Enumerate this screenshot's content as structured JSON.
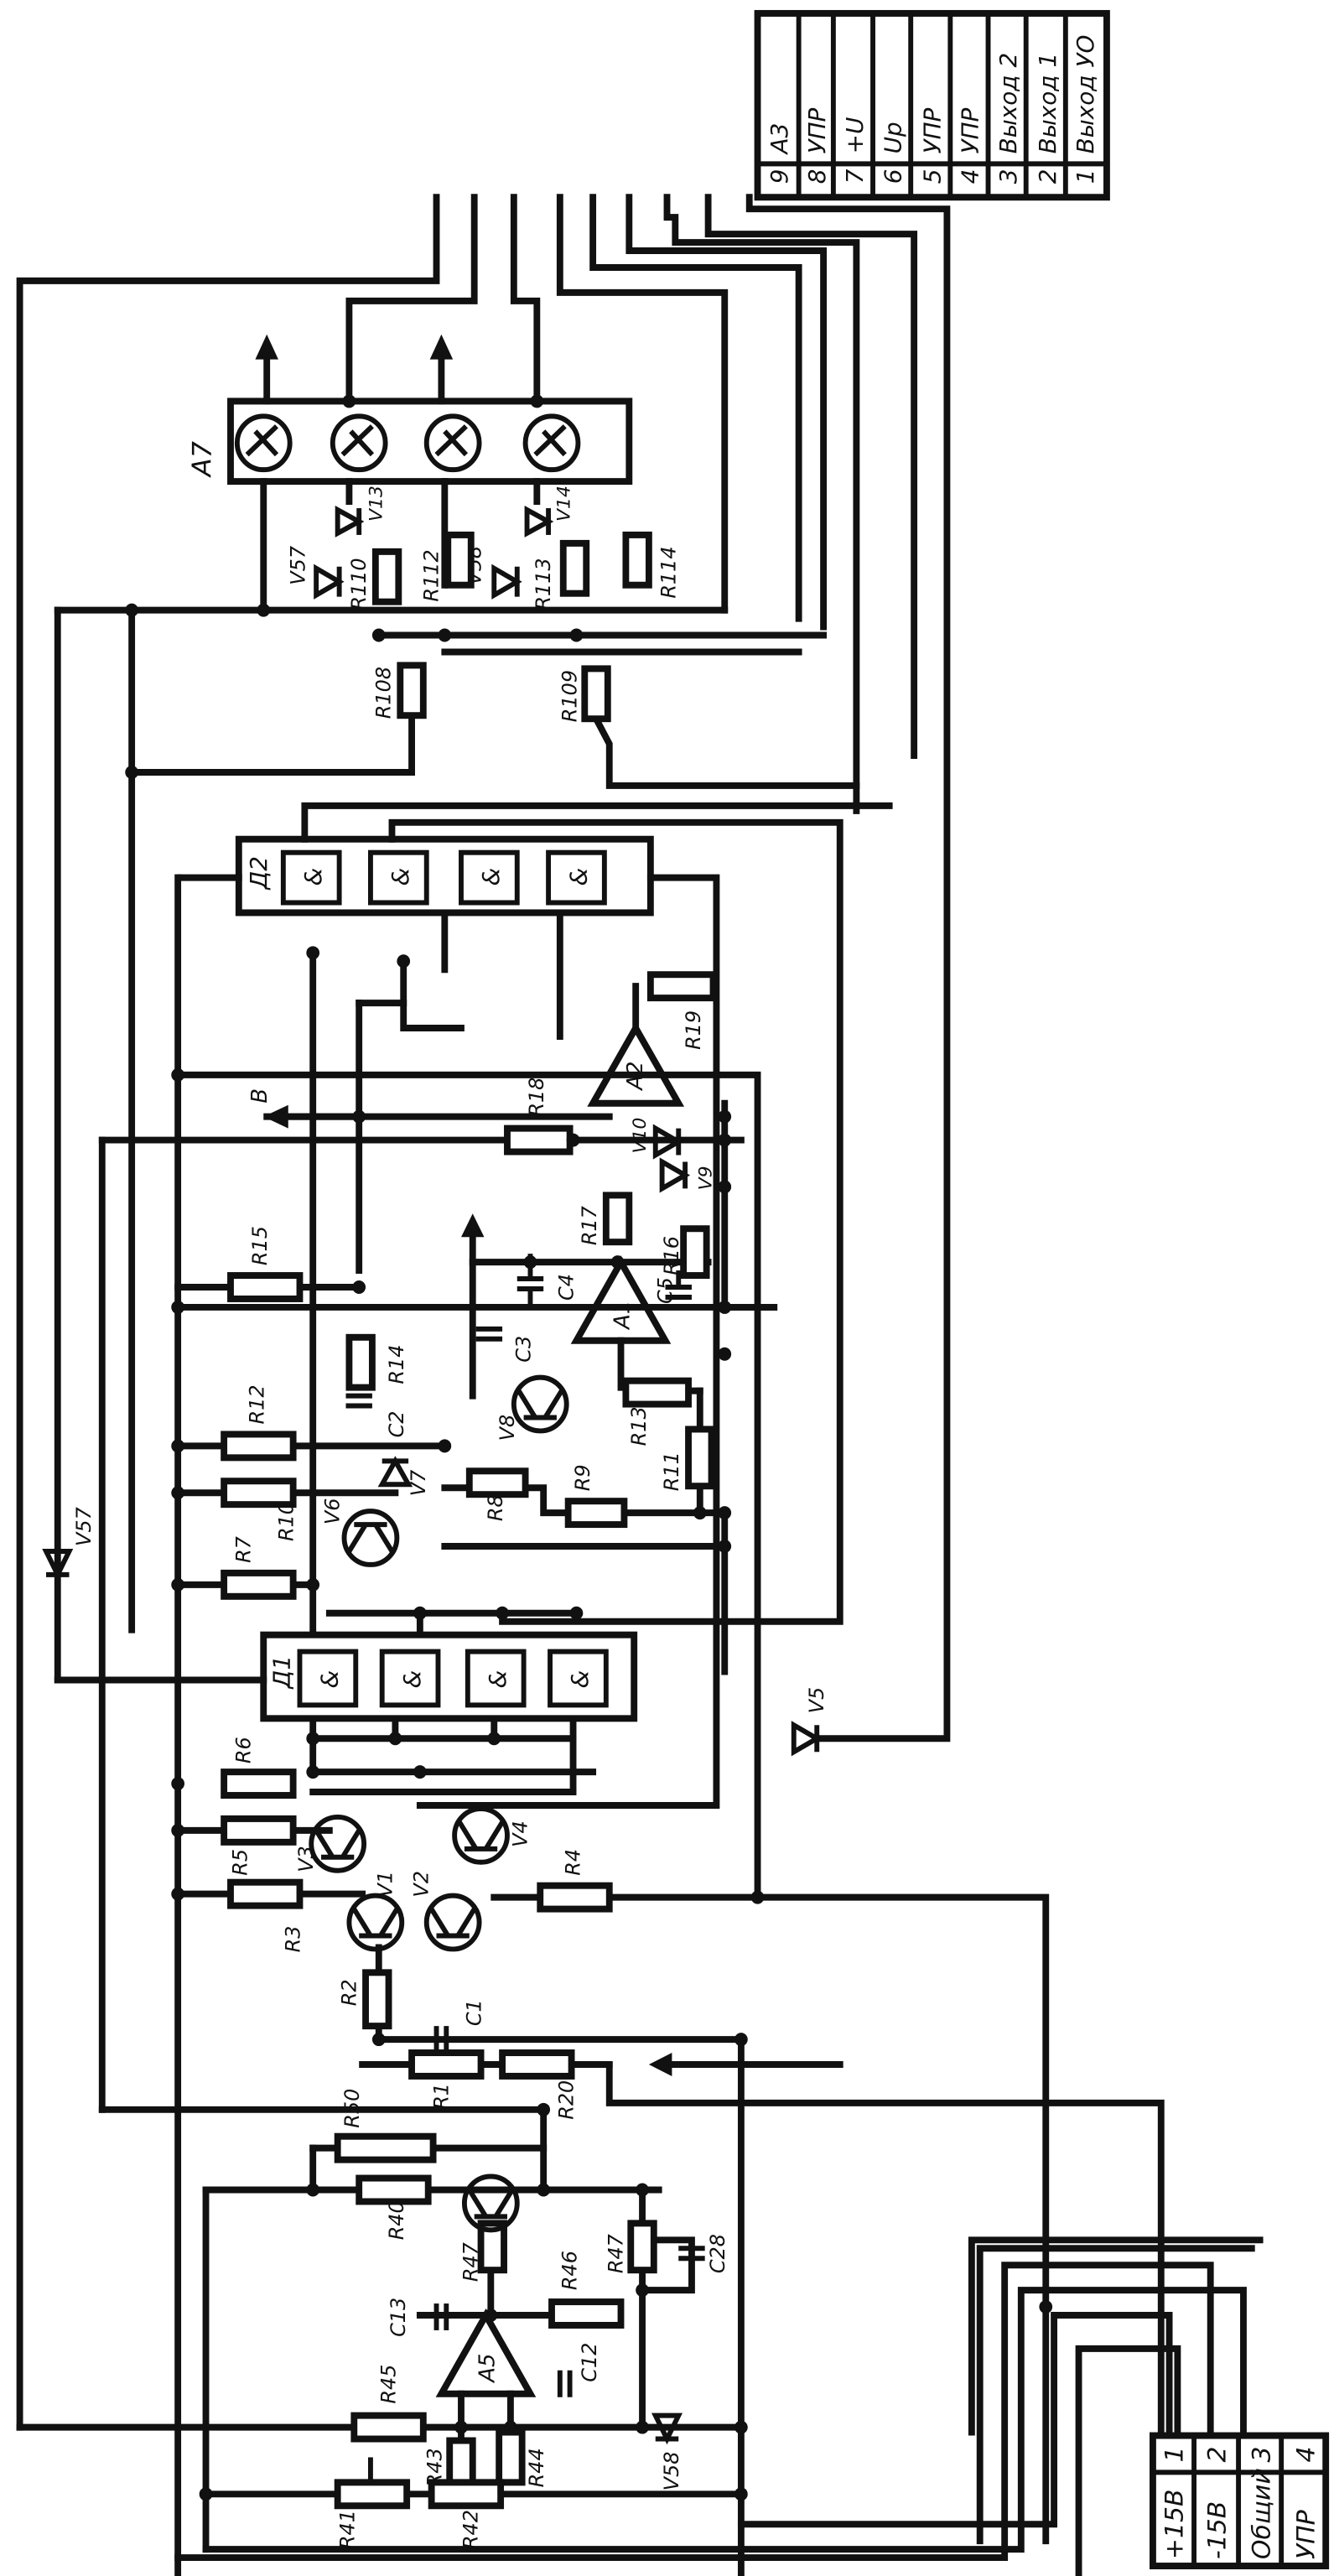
{
  "top_connector": {
    "pins": [
      {
        "num": "1",
        "label": "Выход УО"
      },
      {
        "num": "2",
        "label": "Выход 1"
      },
      {
        "num": "3",
        "label": "Выход 2"
      },
      {
        "num": "4",
        "label": "УПР"
      },
      {
        "num": "5",
        "label": "УПР"
      },
      {
        "num": "6",
        "label": "Uр"
      },
      {
        "num": "7",
        "label": "+U"
      },
      {
        "num": "8",
        "label": "УПР"
      },
      {
        "num": "9",
        "label": "А3"
      }
    ]
  },
  "bottom_connector": {
    "pins": [
      {
        "num": "1",
        "label": "+15В"
      },
      {
        "num": "2",
        "label": "-15В"
      },
      {
        "num": "3",
        "label": "Общий"
      },
      {
        "num": "4",
        "label": "УПР"
      }
    ]
  },
  "blocks": {
    "A7": "А7",
    "D2": "Д2",
    "D1": "Д1",
    "A1": "А1",
    "A2": "А2",
    "A5": "А5"
  },
  "gate_symbol": "&",
  "resistors": {
    "R1": "R1",
    "R2": "R2",
    "R3": "R3",
    "R4": "R4",
    "R5": "R5",
    "R6": "R6",
    "R7": "R7",
    "R8": "R8",
    "R9": "R9",
    "R10": "R10",
    "R11": "R11",
    "R12": "R12",
    "R13": "R13",
    "R14": "R14",
    "R15": "R15",
    "R16": "R16",
    "R17": "R17",
    "R18": "R18",
    "R19": "R19",
    "R20": "R20",
    "R40": "R40",
    "R41": "R41",
    "R42": "R42",
    "R43": "R43",
    "R44": "R44",
    "R45": "R45",
    "R46": "R46",
    "R47a": "R47",
    "R47b": "R47",
    "R50": "R50",
    "R108": "R108",
    "R109": "R109",
    "R110": "R110",
    "R112": "R112",
    "R113": "R113",
    "R114": "R114"
  },
  "capacitors": {
    "C1": "C1",
    "C2": "C2",
    "C3": "C3",
    "C4": "C4",
    "C5": "C5",
    "C12": "C12",
    "C13": "C13",
    "C28": "C28"
  },
  "transistors": {
    "V1": "V1",
    "V2": "V2",
    "V3": "V3",
    "V4": "V4",
    "V6": "V6",
    "V8": "V8",
    "V13": "V13",
    "V14": "V14"
  },
  "diodes": {
    "V5": "V5",
    "V7": "V7",
    "V9": "V9",
    "V10": "V10",
    "V57a": "V57",
    "V57b": "V57",
    "V58a": "V58",
    "V58b": "V58"
  },
  "signals": {
    "B": "B"
  }
}
